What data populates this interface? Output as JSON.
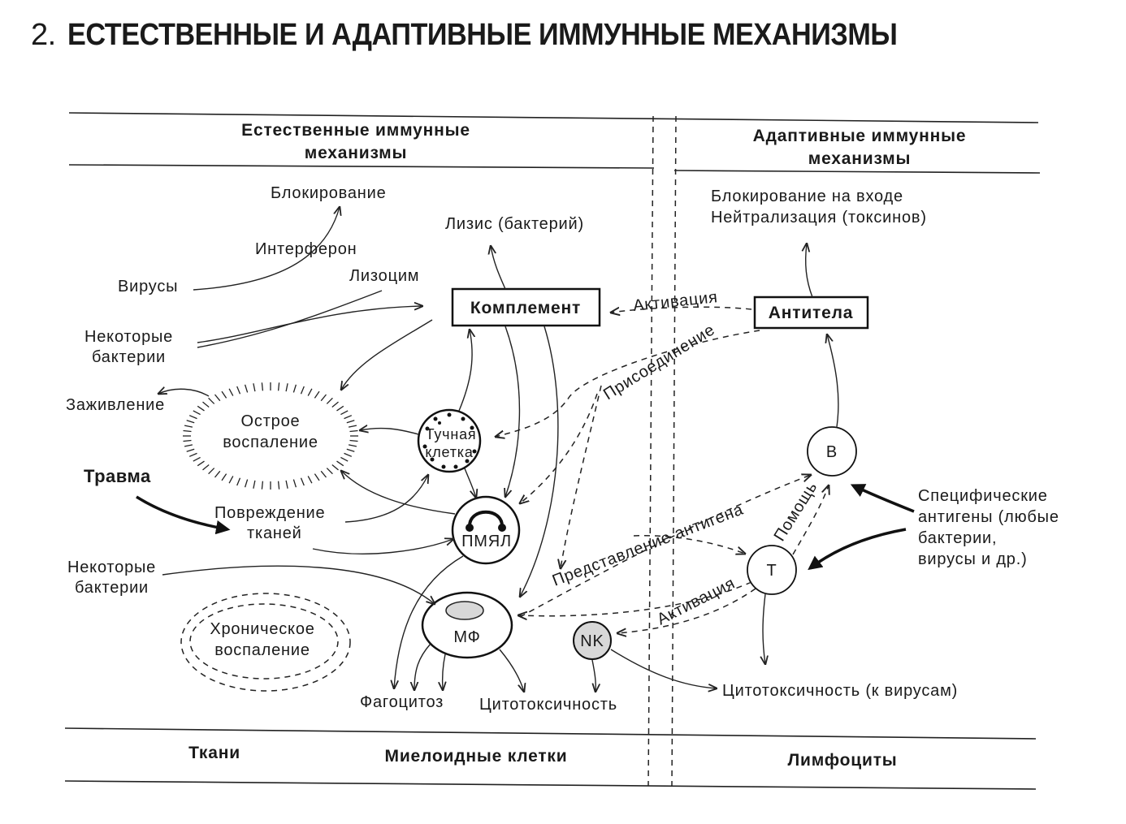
{
  "title": {
    "number": "2.",
    "text": "ЕСТЕСТВЕННЫЕ И АДАПТИВНЫЕ ИММУННЫЕ МЕХАНИЗМЫ"
  },
  "headers": {
    "innate_line1": "Естественные иммунные",
    "innate_line2": "механизмы",
    "adaptive_line1": "Адаптивные иммунные",
    "adaptive_line2": "механизмы"
  },
  "footer": {
    "tissues": "Ткани",
    "myeloid": "Миелоидные клетки",
    "lymphocytes": "Лимфоциты"
  },
  "nodes": {
    "complement": "Комплемент",
    "antibodies": "Антитела",
    "mast_line1": "Тучная",
    "mast_line2": "клетка",
    "pmn": "ПМЯЛ",
    "mf": "МФ",
    "nk": "NK",
    "b": "B",
    "t": "T",
    "acute_line1": "Острое",
    "acute_line2": "воспаление",
    "chronic_line1": "Хроническое",
    "chronic_line2": "воспаление"
  },
  "labels": {
    "blocking": "Блокирование",
    "lysis": "Лизис  (бактерий)",
    "interferon": "Интерферон",
    "lysozyme": "Лизоцим",
    "viruses": "Вирусы",
    "some_bacteria_1a": "Некоторые",
    "some_bacteria_1b": "бактерии",
    "healing": "Заживление",
    "trauma": "Травма",
    "damage_line1": "Повреждение",
    "damage_line2": "тканей",
    "some_bacteria_2a": "Некоторые",
    "some_bacteria_2b": "бактерии",
    "phagocytosis": "Фагоцитоз",
    "cytotoxicity": "Цитотоксичность",
    "entry_blocking": "Блокирование на входе",
    "neutralization": "Нейтрализация (токсинов)",
    "activation_1": "Активация",
    "attachment": "Присоединение",
    "antigen_presentation": "Представление антигена",
    "help": "Помощь",
    "activation_2": "Активация",
    "specific_1": "Специфические",
    "specific_2": "антигены (любые",
    "specific_3": "бактерии,",
    "specific_4": "вирусы и др.)",
    "cytotoxicity_viruses": "Цитотоксичность (к вирусам)"
  }
}
